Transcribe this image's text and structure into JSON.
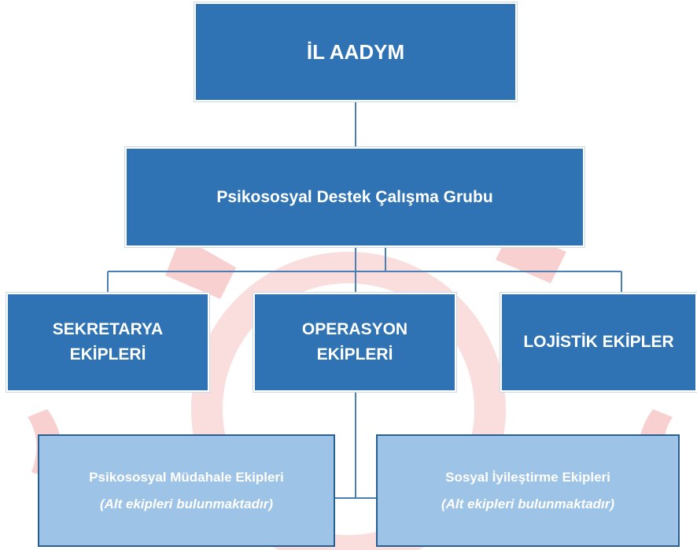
{
  "org_chart": {
    "root": {
      "label": "İL AADYM"
    },
    "group": {
      "label": "Psikososyal Destek Çalışma Grubu"
    },
    "teams": {
      "secretariat": {
        "line1": "SEKRETARYA",
        "line2": "EKİPLERİ"
      },
      "operations": {
        "line1": "OPERASYON",
        "line2": "EKİPLERİ"
      },
      "logistics": {
        "label": "LOJİSTİK EKİPLER"
      }
    },
    "subteams": {
      "psychosocial_intervention": {
        "title": "Psikososyal Müdahale Ekipleri",
        "note": "(Alt ekipleri bulunmaktadır)"
      },
      "social_rehabilitation": {
        "title": "Sosyal İyileştirme Ekipleri",
        "note": "(Alt ekipleri bulunmaktadır)"
      }
    }
  },
  "colors": {
    "dark_box": "#2f73b5",
    "light_box": "#9dc3e6",
    "connector": "#4a7fb5",
    "watermark": "#f8c8c8"
  }
}
